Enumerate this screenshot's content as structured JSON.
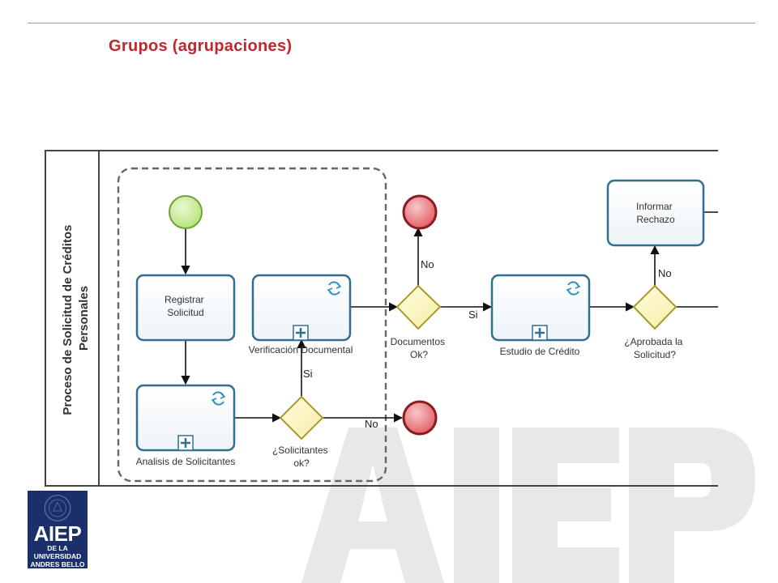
{
  "slide": {
    "title": "Grupos (agrupaciones)"
  },
  "colors": {
    "title": "#c0282d",
    "start_event": "#b5e27a",
    "end_event": "#e35a61",
    "gateway": "#f5efa6",
    "task_border": "#2f6f8f",
    "logo_bg": "#1b2f6b",
    "watermark": "#e8e8e8"
  },
  "diagram": {
    "pool_label_line1": "Proceso de Solicitud de Créditos",
    "pool_label_line2": "Personales",
    "group_icon": "dashed-group-rectangle",
    "tasks": {
      "registrar_l1": "Registrar",
      "registrar_l2": "Solicitud",
      "verificacion": "Verificación Documental",
      "analisis": "Analisis de Solicitantes",
      "estudio": "Estudio de Crédito",
      "informar_l1": "Informar",
      "informar_l2": "Rechazo"
    },
    "gateways": {
      "documentos_l1": "Documentos",
      "documentos_l2": "Ok?",
      "aprobada_l1": "¿Aprobada la",
      "aprobada_l2": "Solicitud?",
      "solicitantes_l1": "¿Solicitantes",
      "solicitantes_l2": "ok?"
    },
    "flow_labels": {
      "doc_no": "No",
      "doc_si": "Si",
      "aprob_no": "No",
      "sol_si": "Si",
      "sol_no": "No"
    },
    "subprocess_marker_icon": "plus-icon",
    "loop_marker_icon": "loop-icon"
  },
  "logo": {
    "brand": "AIEP",
    "sub_line1": "DE LA UNIVERSIDAD",
    "sub_line2": "ANDRES BELLO"
  },
  "watermark_text": "AIEP"
}
